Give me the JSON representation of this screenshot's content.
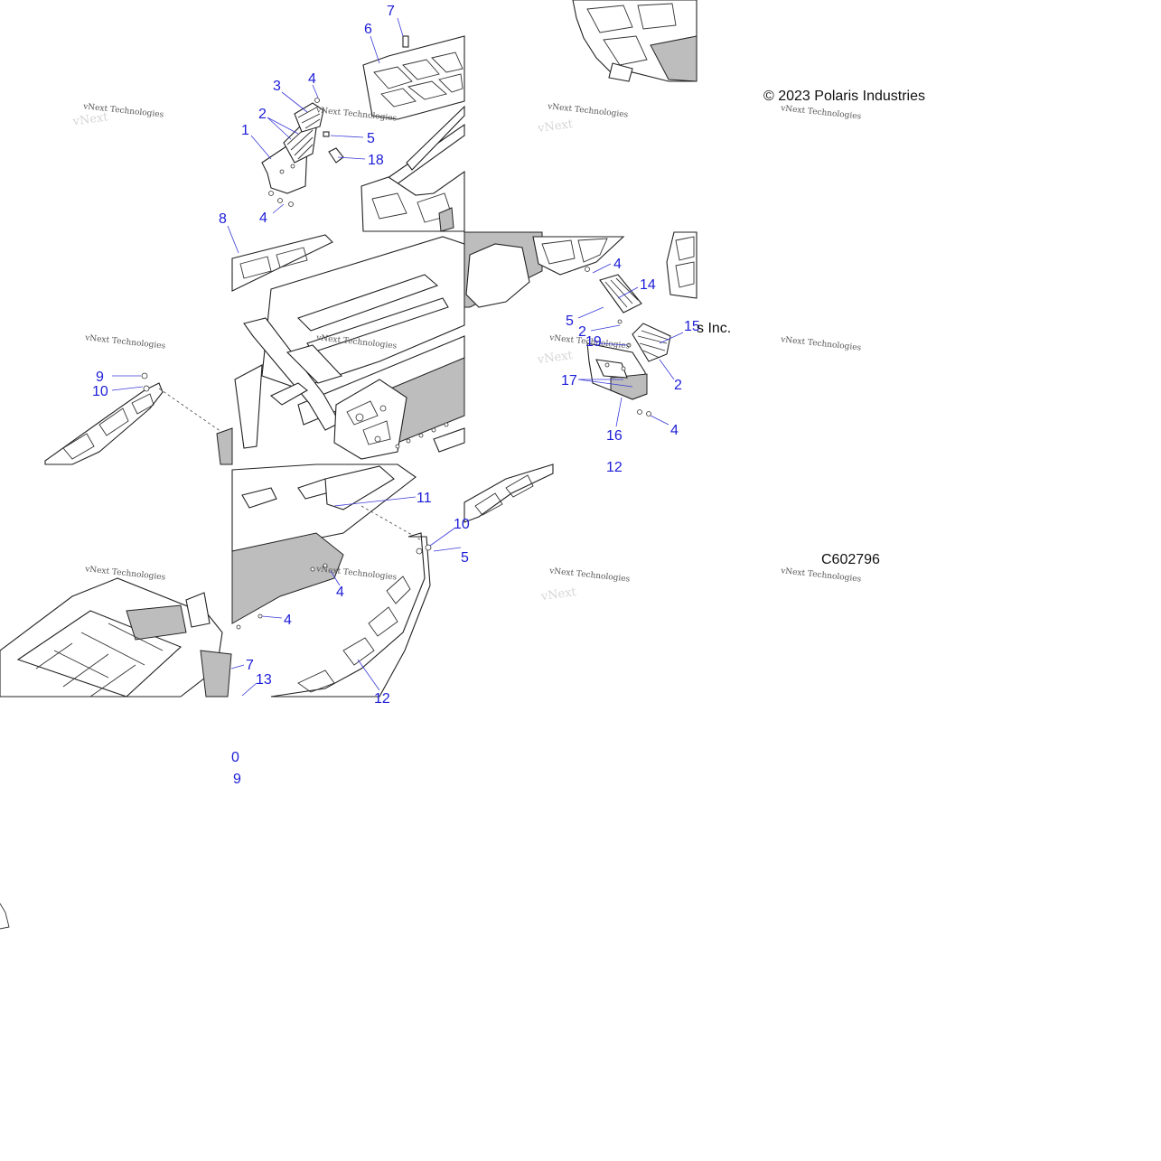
{
  "copyright_top": "© 2023 Polaris Industries",
  "copyright_fragment": "s Inc.",
  "figure_id": "C602796",
  "watermark": "vNext Technologies",
  "callouts": {
    "c1": "1",
    "c2a": "2",
    "c3": "3",
    "c4a": "4",
    "c5a": "5",
    "c6": "6",
    "c7a": "7",
    "c18": "18",
    "c4b": "4",
    "c8": "8",
    "c9": "9",
    "c10a": "10",
    "c4c": "4",
    "c14": "14",
    "c5b": "5",
    "c2b": "2",
    "c19": "19",
    "c15": "15",
    "c17": "17",
    "c2c": "2",
    "c16": "16",
    "c4d": "4",
    "c12a": "12",
    "c11": "11",
    "c10b": "10",
    "c5c": "5",
    "c4e": "4",
    "c4f": "4",
    "c7b": "7",
    "c13": "13",
    "c12b": "12",
    "c0frag": "0",
    "c9frag": "9"
  },
  "colors": {
    "callout": "#1c1cd8",
    "line": "#222222",
    "shade": "#bdbdbd"
  }
}
